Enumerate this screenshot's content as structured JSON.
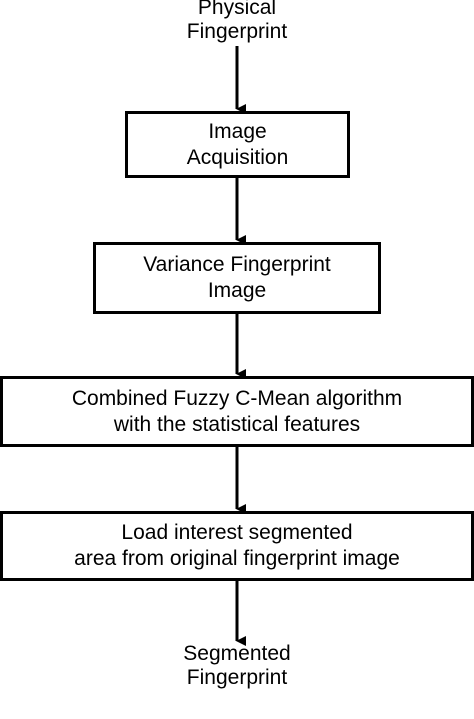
{
  "diagram": {
    "start": {
      "lines": [
        "Physical",
        "Fingerprint"
      ]
    },
    "steps": [
      {
        "lines": [
          "Image",
          "Acquisition"
        ]
      },
      {
        "lines": [
          "Variance Fingerprint",
          "Image"
        ]
      },
      {
        "lines": [
          "Combined Fuzzy C-Mean algorithm",
          "with the statistical features"
        ]
      },
      {
        "lines": [
          "Load interest segmented",
          "area from original fingerprint image"
        ]
      }
    ],
    "end": {
      "lines": [
        "Segmented",
        "Fingerprint"
      ]
    }
  },
  "colors": {
    "stroke": "#000000",
    "background": "#ffffff"
  }
}
